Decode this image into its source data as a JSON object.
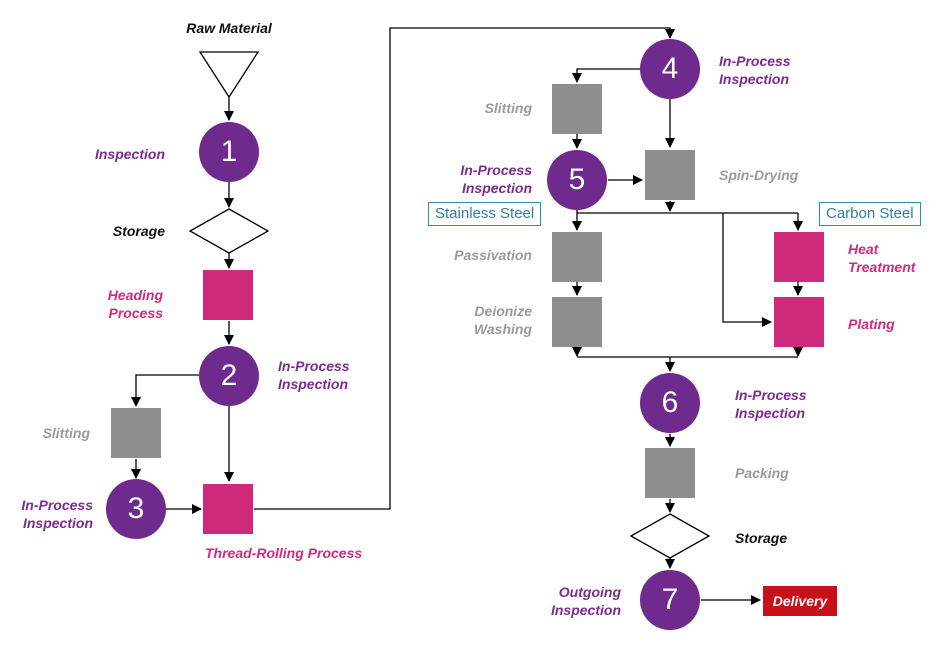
{
  "labels": {
    "raw_material": "Raw Material",
    "inspection": "Inspection",
    "storage_top": "Storage",
    "heading_process": [
      "Heading",
      "Process"
    ],
    "inproc_2": [
      "In-Process",
      "Inspection"
    ],
    "slitting_left": "Slitting",
    "inproc_3": [
      "In-Process",
      "Inspection"
    ],
    "thread_rolling": "Thread-Rolling Process",
    "inproc_4": [
      "In-Process",
      "Inspection"
    ],
    "slitting_right": "Slitting",
    "inproc_5": [
      "In-Process",
      "Inspection"
    ],
    "spin_drying": "Spin-Drying",
    "stainless_steel": "Stainless Steel",
    "carbon_steel": "Carbon Steel",
    "passivation": "Passivation",
    "deionize": [
      "Deionize",
      "Washing"
    ],
    "heat_treatment": [
      "Heat",
      "Treatment"
    ],
    "plating": "Plating",
    "inproc_6": [
      "In-Process",
      "Inspection"
    ],
    "packing": "Packing",
    "storage_bottom": "Storage",
    "outgoing": [
      "Outgoing",
      "Inspection"
    ],
    "delivery": "Delivery"
  },
  "nodes": {
    "n1": "1",
    "n2": "2",
    "n3": "3",
    "n4": "4",
    "n5": "5",
    "n6": "6",
    "n7": "7"
  },
  "colors": {
    "process_circle": "#6e2a8c",
    "operation_magenta": "#cf2a7a",
    "operation_gray": "#8e8e8e",
    "delivery_red": "#c8101a",
    "tag_border": "#2e8ea8"
  }
}
